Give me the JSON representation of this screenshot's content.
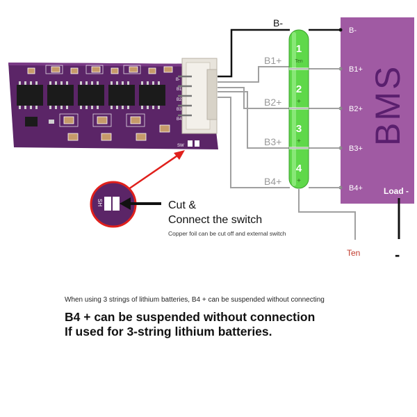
{
  "diagram": {
    "bms_box_label": "BMS",
    "terminals": [
      "B-",
      "B1+",
      "B2+",
      "B3+",
      "B4+"
    ],
    "top_wire_label": "B-",
    "wire_labels": [
      "B1+",
      "B2+",
      "B3+",
      "B4+"
    ],
    "cells": [
      "1",
      "2",
      "3",
      "4"
    ],
    "cell_sign": "+",
    "cell_ten_label": "Ten",
    "load_label": "Load -",
    "ten_label": "Ten",
    "minus_mark": "-",
    "pcb_pin_labels": [
      "B-",
      "B1",
      "B2",
      "B3",
      "B4"
    ],
    "switch_label": "SW",
    "zoom_label": "SH",
    "cut_line1": "Cut &",
    "cut_line2": "Connect the switch",
    "cut_note": "Copper foil can be cut off and external switch",
    "colors": {
      "pcb": "#5b2567",
      "bms_box": "#a05aa3",
      "cell": "#5fd84a",
      "wire_gray": "#a0a0a0",
      "wire_black": "#111111",
      "arrow_red": "#e0201c",
      "ten_text": "#c0392b"
    }
  },
  "notes": {
    "small": "When using 3 strings of lithium batteries, B4 + can be suspended without connecting",
    "big_line1": "B4 + can be suspended without connection",
    "big_line2": "If used for 3-string lithium batteries."
  }
}
